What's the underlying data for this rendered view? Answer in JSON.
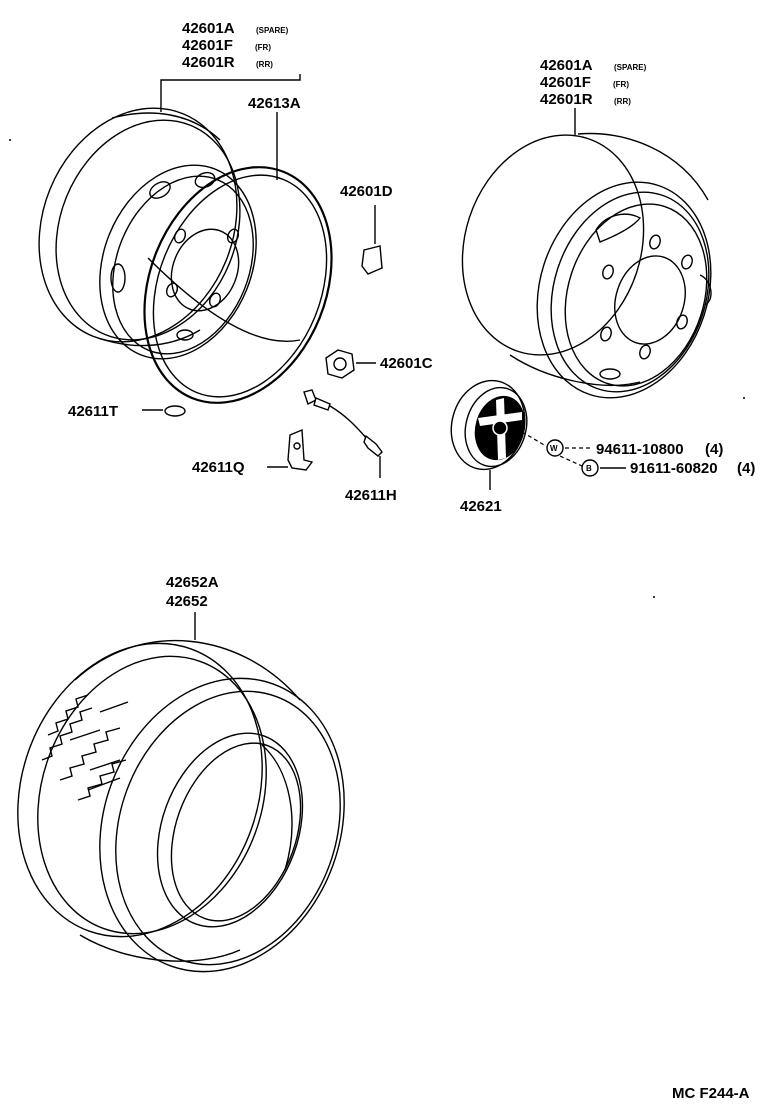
{
  "labels": {
    "left_wheel": {
      "a_num": "42601A",
      "a_sub": "(SPARE)",
      "f_num": "42601F",
      "f_sub": "(FR)",
      "r_num": "42601R",
      "r_sub": "(RR)"
    },
    "right_wheel": {
      "a_num": "42601A",
      "a_sub": "(SPARE)",
      "f_num": "42601F",
      "f_sub": "(FR)",
      "r_num": "42601R",
      "r_sub": "(RR)"
    },
    "rim_ring": "42613A",
    "balance_weight": "42601D",
    "hub_nut": "42601C",
    "cap_42611t": "42611T",
    "clamp_42611q": "42611Q",
    "valve_42611h": "42611H",
    "hub_cap": "42621",
    "washer": {
      "num": "94611-10800",
      "qty": "(4)",
      "symbol": "W"
    },
    "bolt": {
      "num": "91611-60820",
      "qty": "(4)",
      "symbol": "B"
    },
    "tire_a": "42652A",
    "tire": "42652",
    "figure_code": "MC F244-A"
  }
}
